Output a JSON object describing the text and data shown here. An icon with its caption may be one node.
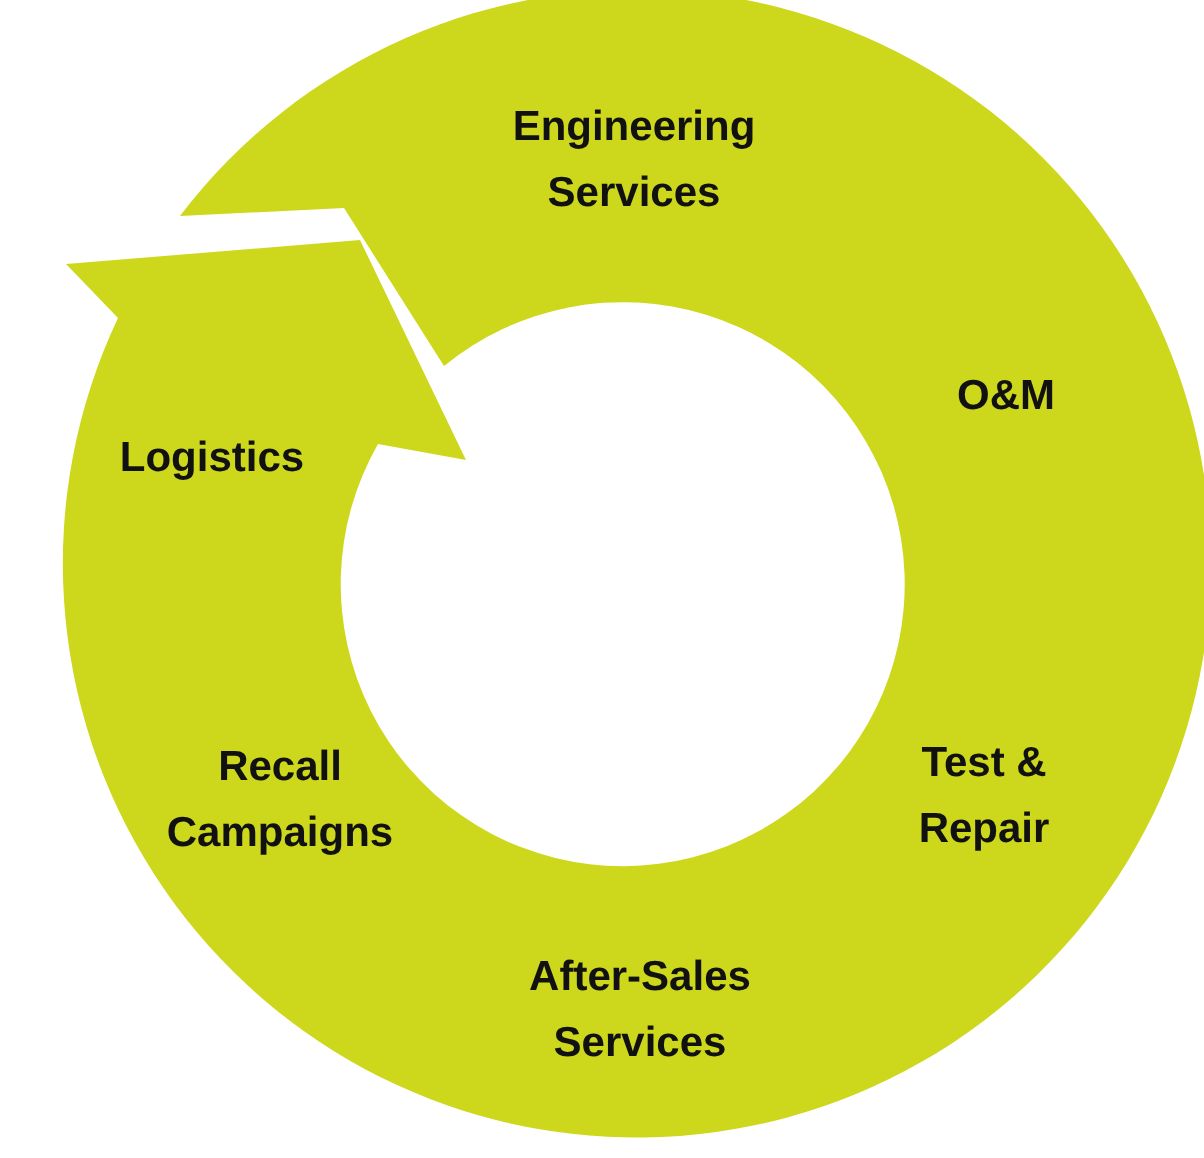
{
  "diagram": {
    "nodes": [
      {
        "text": [
          "Engineering Services",
          "O&M",
          "Logistics",
          "Recall Campaigns",
          "Test & Repair",
          "After-Sales Services"
        ]
      }
    ]
  }
}
